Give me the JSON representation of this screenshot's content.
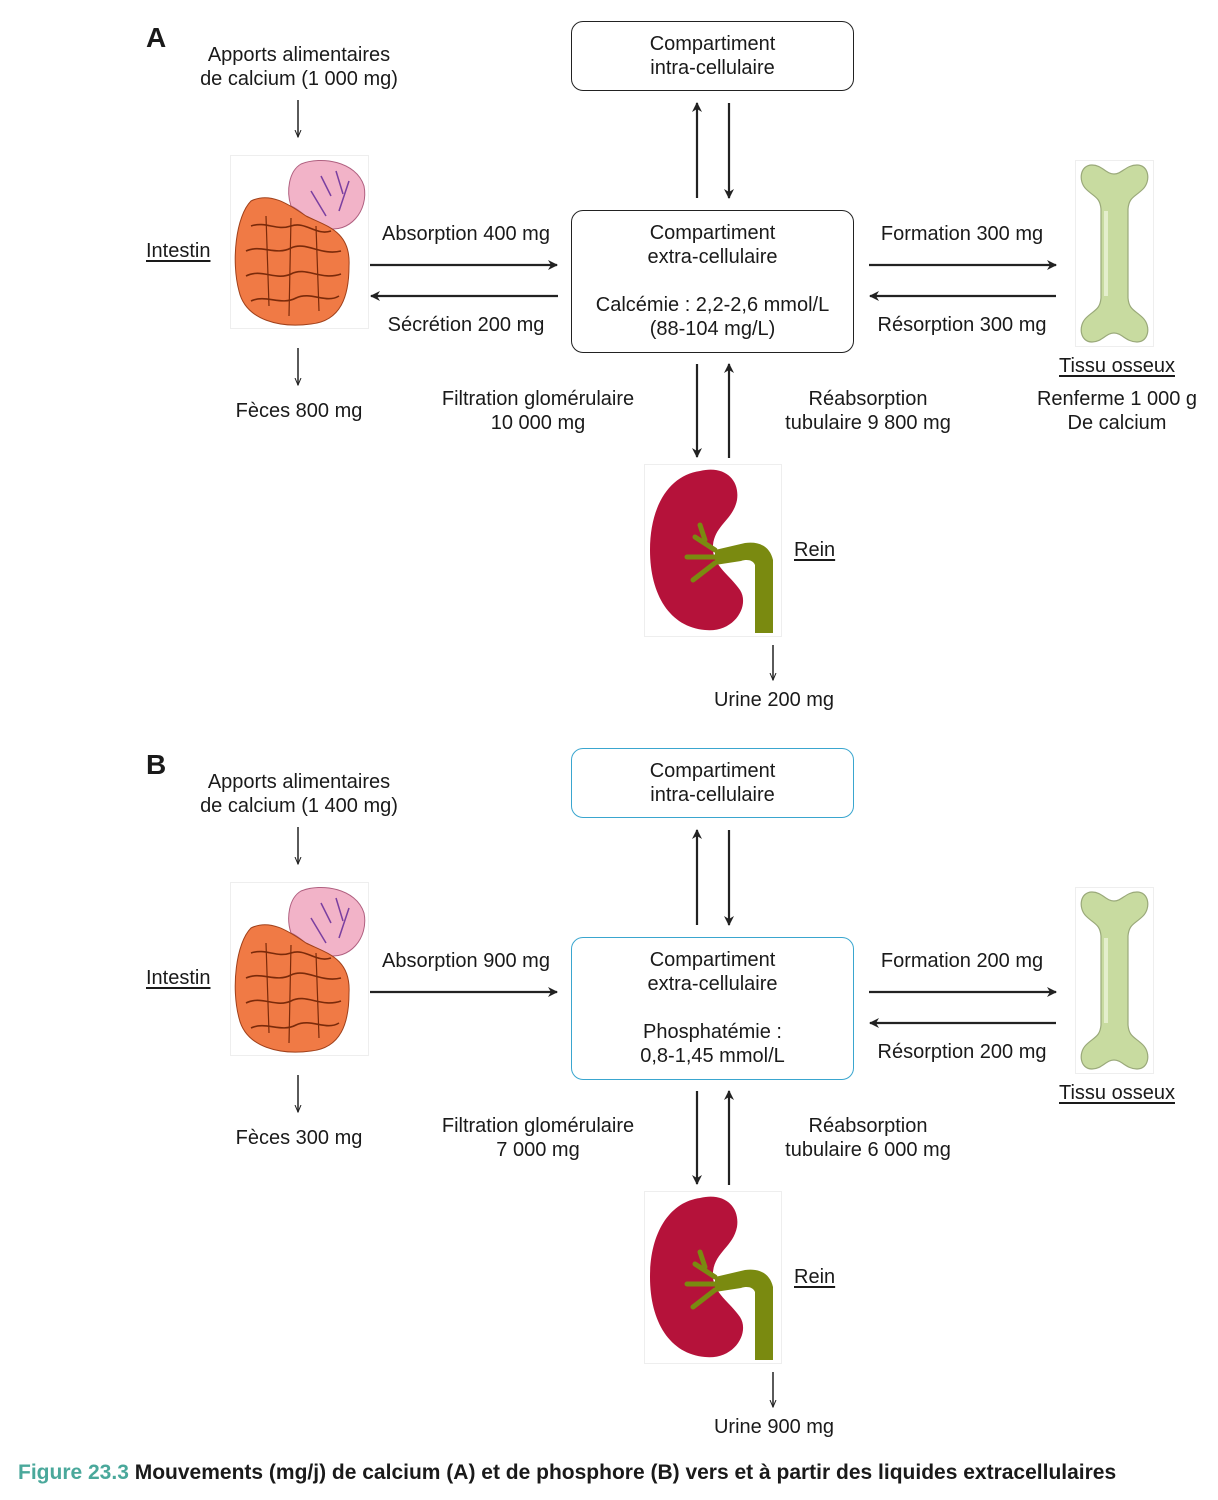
{
  "panels": [
    {
      "letter": "A",
      "intake": [
        "Apports alimentaires",
        "de calcium (1 000 mg)"
      ],
      "intestine_label": "Intestin",
      "feces": "Fèces 800 mg",
      "absorption": "Absorption 400 mg",
      "secretion": "Sécrétion 200 mg",
      "intra": [
        "Compartiment",
        "intra-cellulaire"
      ],
      "extra": [
        "Compartiment",
        "extra-cellulaire"
      ],
      "extra_values": [
        "Calcémie : 2,2-2,6 mmol/L",
        "(88-104 mg/L)"
      ],
      "formation": "Formation 300 mg",
      "resorption": "Résorption 300 mg",
      "bone_label": "Tissu osseux",
      "bone_note": [
        "Renferme 1 000 g",
        "De calcium"
      ],
      "filtration": [
        "Filtration glomérulaire",
        "10 000 mg"
      ],
      "reabsorption": [
        "Réabsorption",
        "tubulaire 9 800 mg"
      ],
      "kidney_label": "Rein",
      "urine": "Urine 200 mg",
      "border_color": "#222222"
    },
    {
      "letter": "B",
      "intake": [
        "Apports alimentaires",
        "de calcium (1 400 mg)"
      ],
      "intestine_label": "Intestin",
      "feces": "Fèces 300 mg",
      "absorption": "Absorption 900 mg",
      "secretion": "",
      "intra": [
        "Compartiment",
        "intra-cellulaire"
      ],
      "extra": [
        "Compartiment",
        "extra-cellulaire"
      ],
      "extra_values": [
        "Phosphatémie :",
        "0,8-1,45 mmol/L"
      ],
      "formation": "Formation 200 mg",
      "resorption": "Résorption 200 mg",
      "bone_label": "Tissu osseux",
      "bone_note": [
        "",
        ""
      ],
      "filtration": [
        "Filtration glomérulaire",
        "7 000 mg"
      ],
      "reabsorption": [
        "Réabsorption",
        "tubulaire 6 000 mg"
      ],
      "kidney_label": "Rein",
      "urine": "Urine 900 mg",
      "border_color": "#3aa6cf"
    }
  ],
  "caption": {
    "figure": "Figure 23.3",
    "text": " Mouvements (mg/j) de calcium (A) et de phosphore (B) vers et à partir des liquides extracellulaires"
  },
  "colors": {
    "intestine": "#f07a45",
    "stomach": "#f2b3c8",
    "kidney": "#b5123a",
    "ureter": "#7a8a10",
    "bone": "#c8dba0",
    "caption_accent": "#4aa89b"
  },
  "icons": [
    "intestine-icon",
    "bone-icon",
    "kidney-icon"
  ]
}
